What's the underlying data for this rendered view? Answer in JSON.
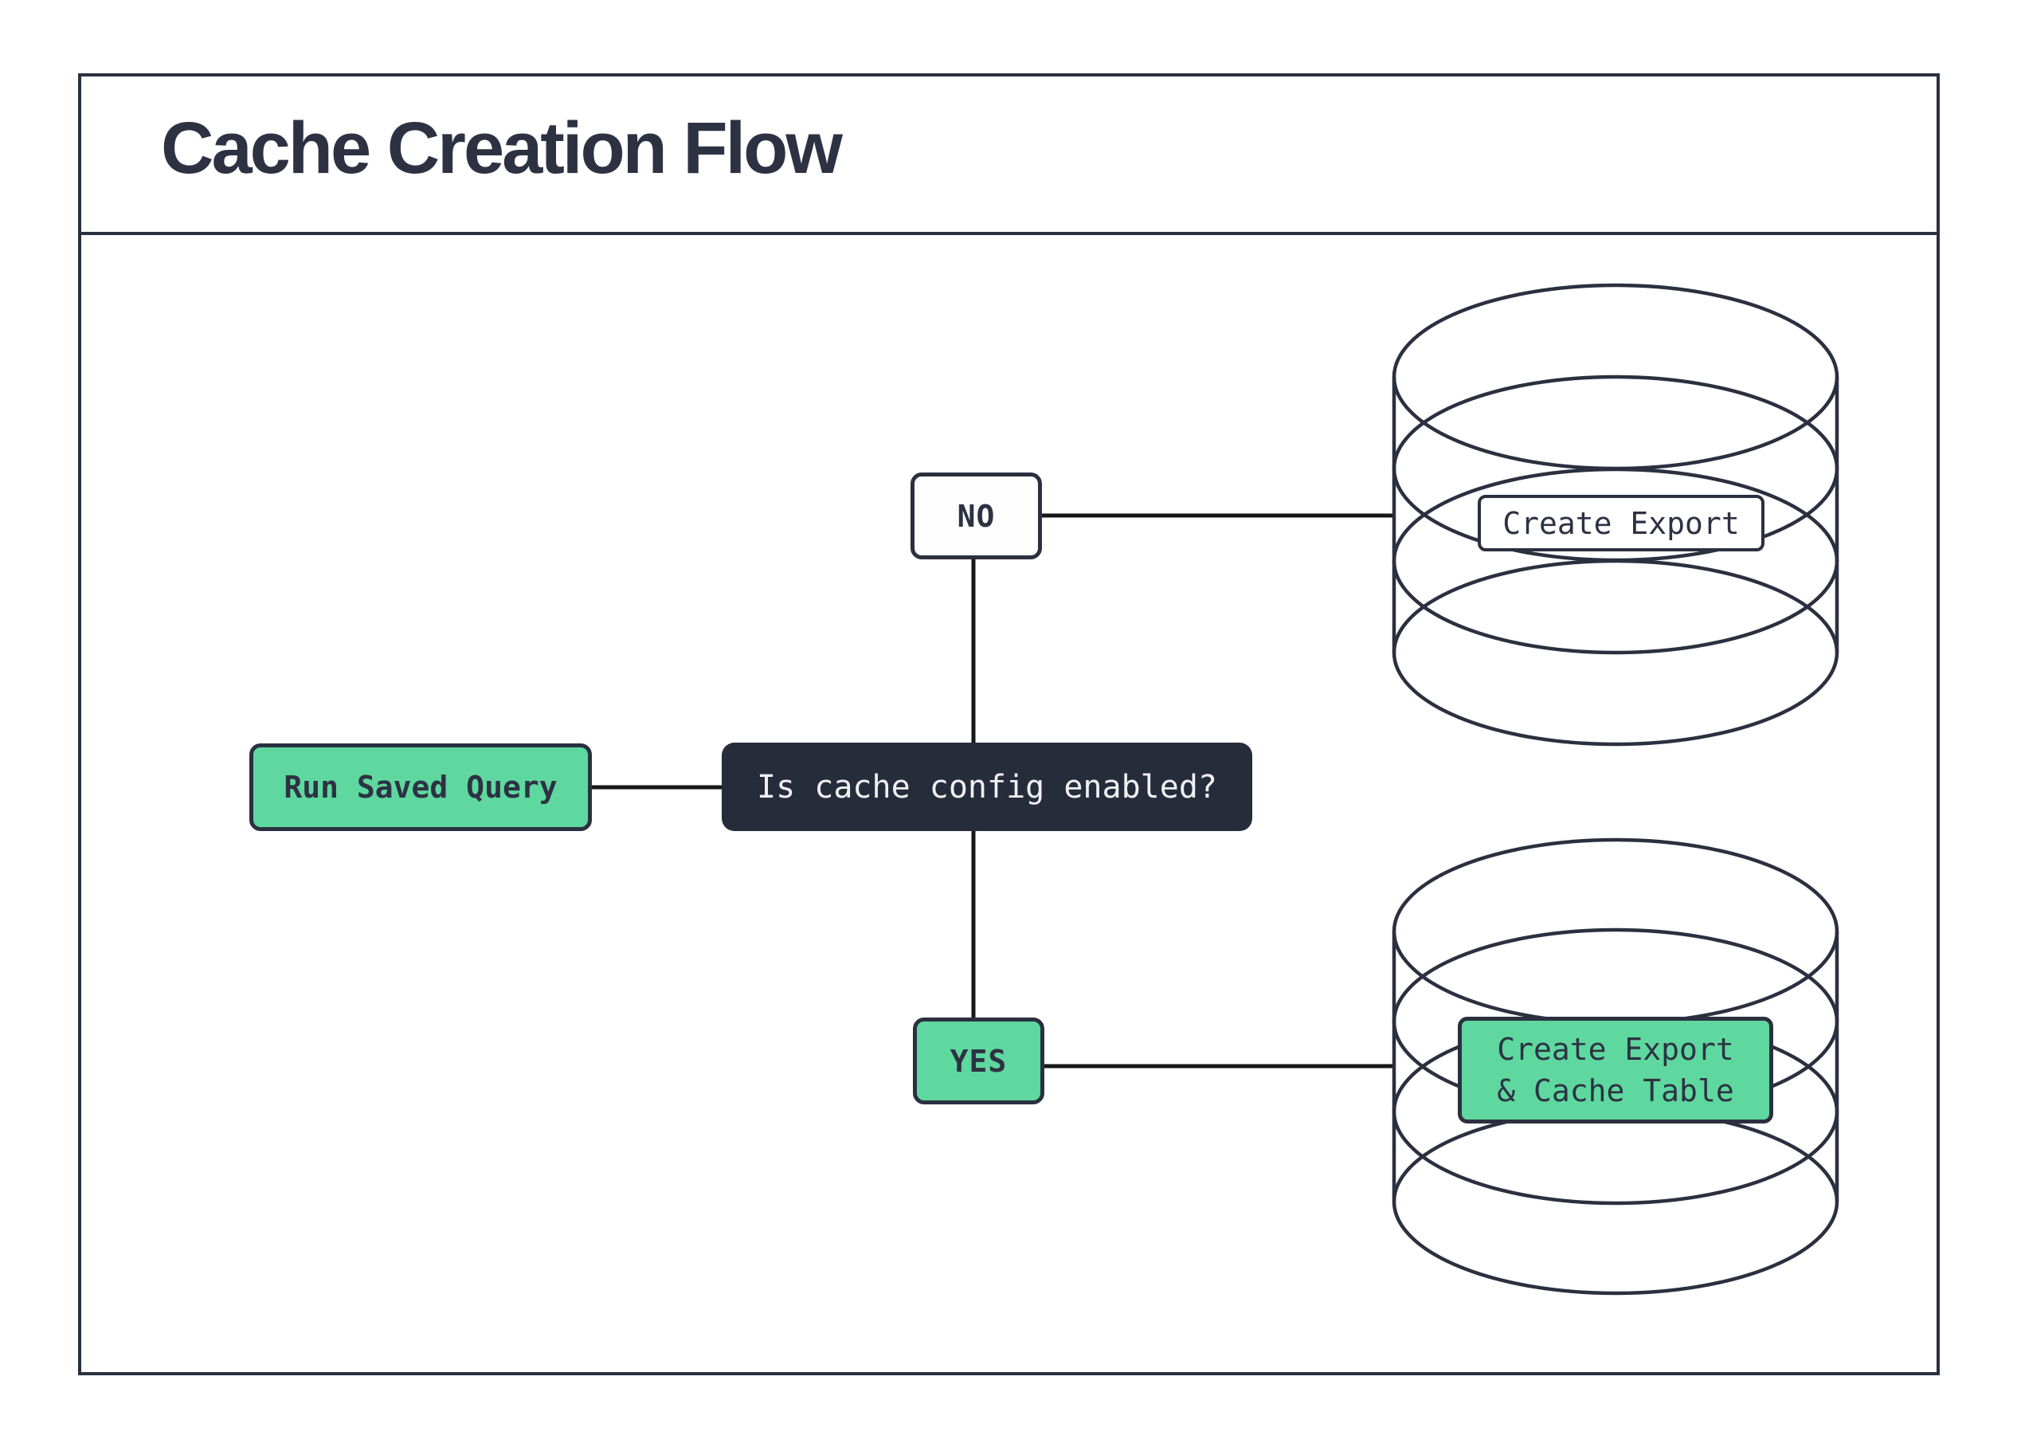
{
  "title": "Cache Creation Flow",
  "colors": {
    "ink": "#2b3040",
    "title_text": "#2d3243",
    "connector": "#161616",
    "green": "#5ed89f",
    "decision_bg": "#272c3b",
    "decision_text": "#eef0f2",
    "node_bg": "#ffffff",
    "background": "#ffffff"
  },
  "flow": {
    "start": {
      "label": "Run Saved Query"
    },
    "decision": {
      "label": "Is cache config enabled?"
    },
    "branch_no": {
      "label": "NO"
    },
    "branch_yes": {
      "label": "YES"
    },
    "no_outcome": {
      "label": "Create Export"
    },
    "yes_outcome": {
      "label": "Create Export\n& Cache Table"
    }
  },
  "icons": {
    "no_branch_target": "database-icon",
    "yes_branch_target": "database-icon"
  }
}
